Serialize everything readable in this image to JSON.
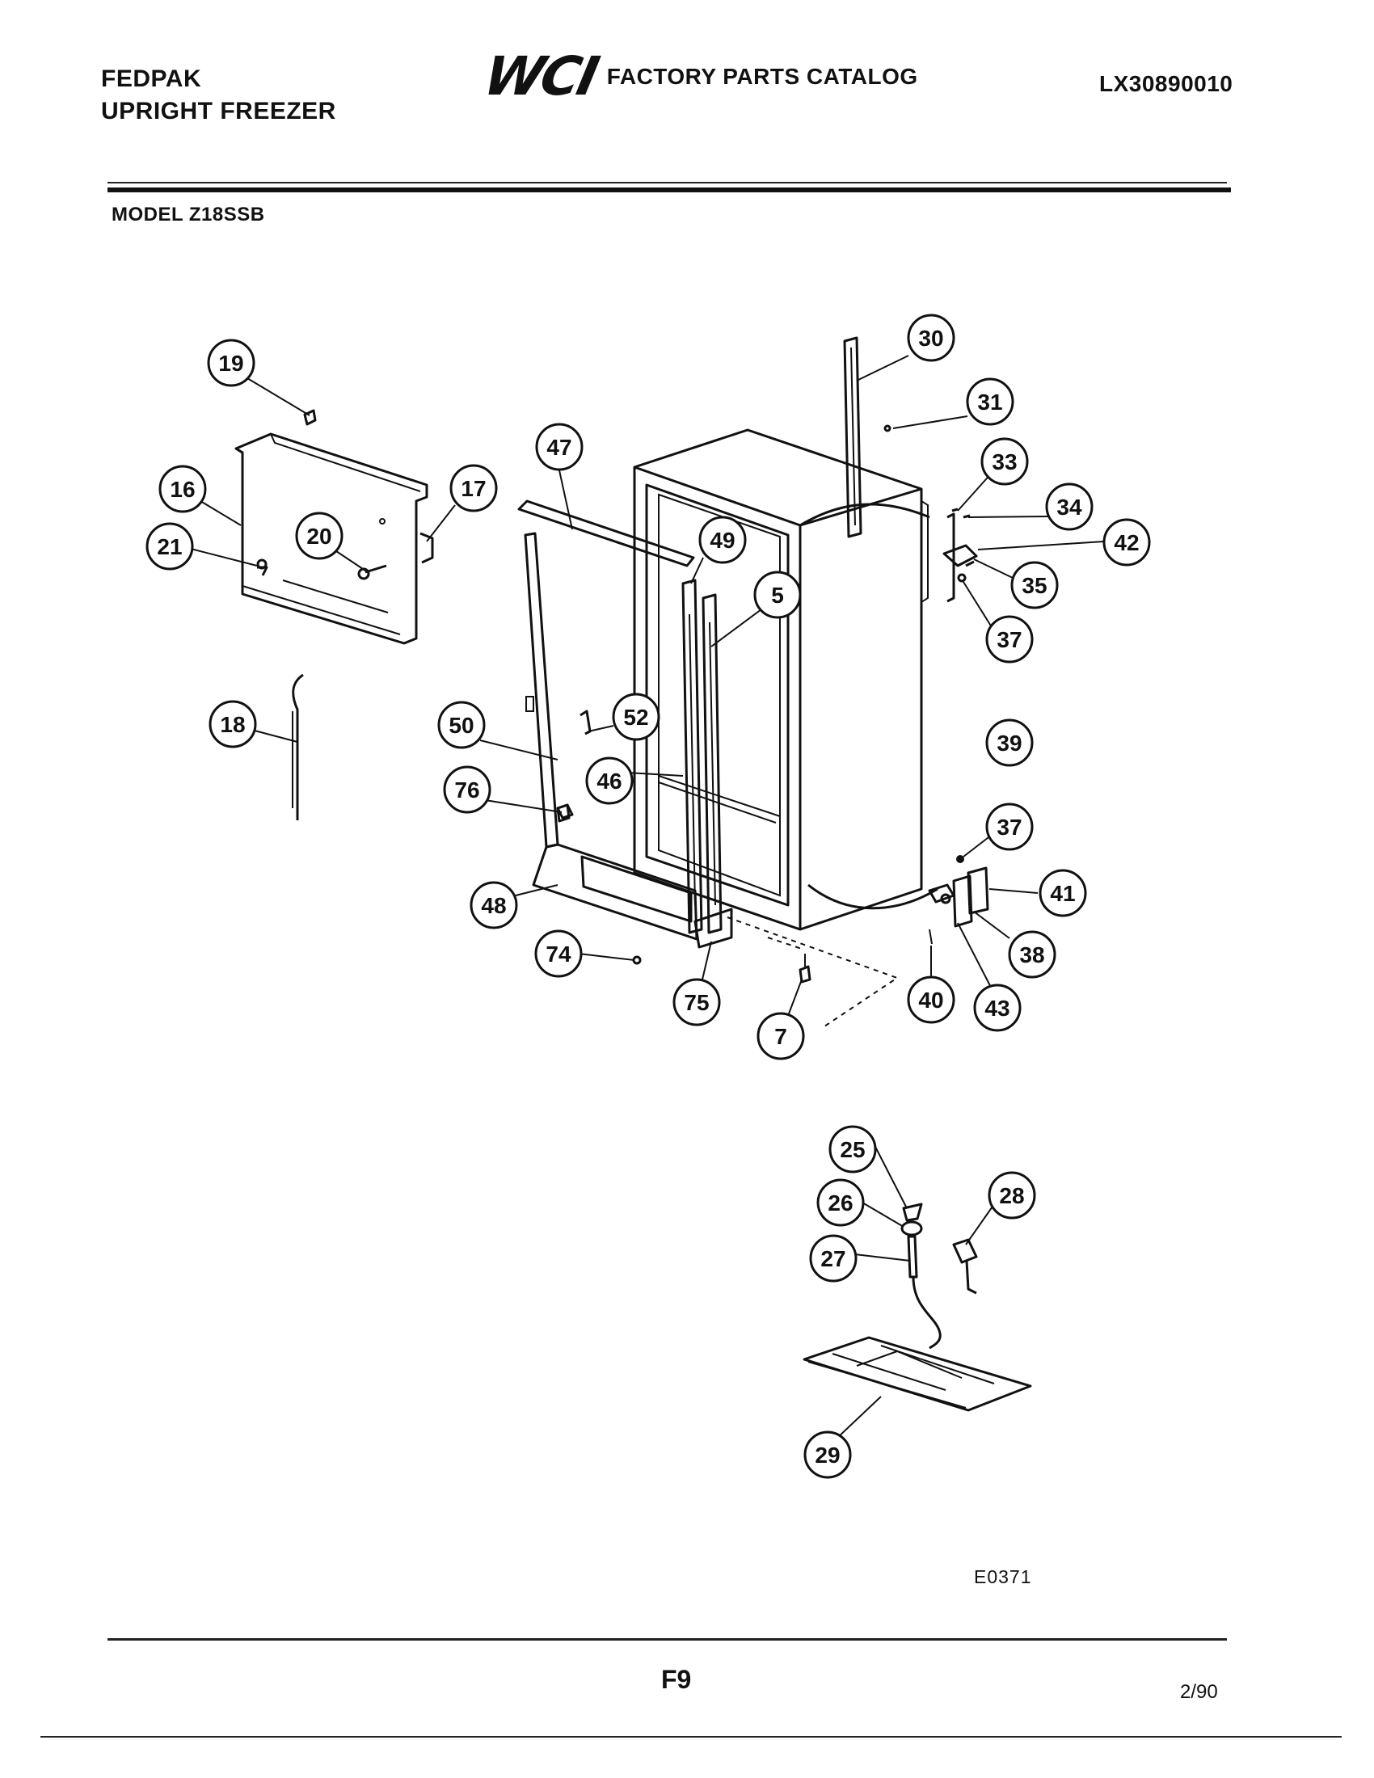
{
  "header": {
    "brand": "FEDPAK",
    "product": "UPRIGHT FREEZER",
    "logo": "WCI",
    "title": "FACTORY PARTS CATALOG",
    "catalog_number": "LX30890010"
  },
  "model": "MODEL Z18SSB",
  "diagram_code": "E0371",
  "page_number": "F9",
  "date": "2/90",
  "callouts": [
    {
      "id": "c19",
      "label": "19"
    },
    {
      "id": "c16",
      "label": "16"
    },
    {
      "id": "c21",
      "label": "21"
    },
    {
      "id": "c20",
      "label": "20"
    },
    {
      "id": "c17",
      "label": "17"
    },
    {
      "id": "c18",
      "label": "18"
    },
    {
      "id": "c47",
      "label": "47"
    },
    {
      "id": "c49",
      "label": "49"
    },
    {
      "id": "c5",
      "label": "5"
    },
    {
      "id": "c30",
      "label": "30"
    },
    {
      "id": "c31",
      "label": "31"
    },
    {
      "id": "c33",
      "label": "33"
    },
    {
      "id": "c34",
      "label": "34"
    },
    {
      "id": "c42",
      "label": "42"
    },
    {
      "id": "c35",
      "label": "35"
    },
    {
      "id": "c37a",
      "label": "37"
    },
    {
      "id": "c39",
      "label": "39"
    },
    {
      "id": "c37b",
      "label": "37"
    },
    {
      "id": "c41",
      "label": "41"
    },
    {
      "id": "c38",
      "label": "38"
    },
    {
      "id": "c40",
      "label": "40"
    },
    {
      "id": "c43",
      "label": "43"
    },
    {
      "id": "c50",
      "label": "50"
    },
    {
      "id": "c52",
      "label": "52"
    },
    {
      "id": "c46",
      "label": "46"
    },
    {
      "id": "c76",
      "label": "76"
    },
    {
      "id": "c48",
      "label": "48"
    },
    {
      "id": "c74",
      "label": "74"
    },
    {
      "id": "c75",
      "label": "75"
    },
    {
      "id": "c7",
      "label": "7"
    },
    {
      "id": "c25",
      "label": "25"
    },
    {
      "id": "c26",
      "label": "26"
    },
    {
      "id": "c27",
      "label": "27"
    },
    {
      "id": "c28",
      "label": "28"
    },
    {
      "id": "c29",
      "label": "29"
    }
  ]
}
